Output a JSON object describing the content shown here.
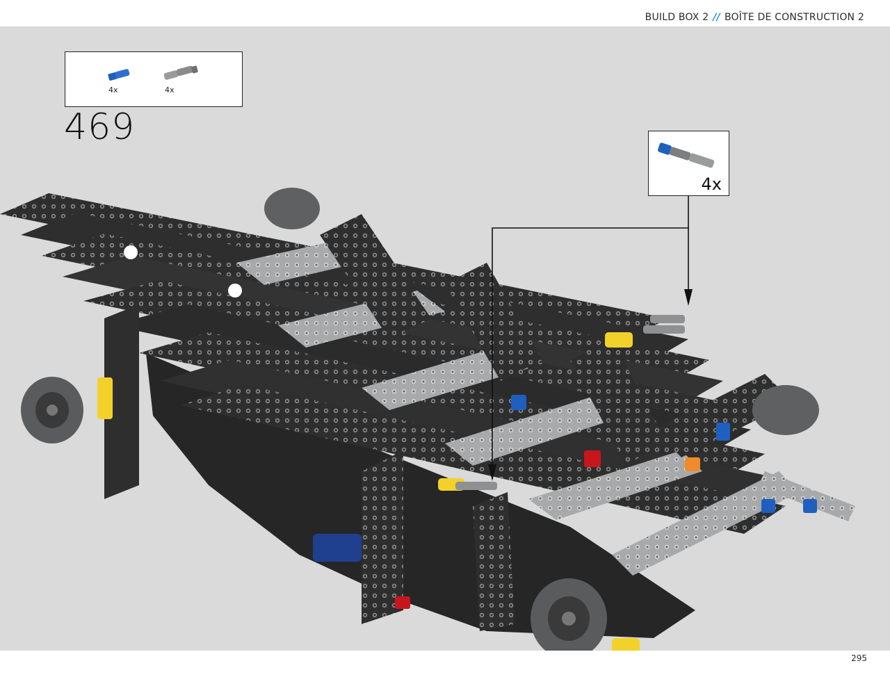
{
  "header": {
    "left": "BUILD BOX 2",
    "separator": "//",
    "right": "BOÎTE DE CONSTRUCTION 2"
  },
  "parts_list": {
    "items": [
      {
        "icon": "blue-axle-pin-icon",
        "quantity": "4x",
        "color": "#1f5fbf"
      },
      {
        "icon": "grey-axle-pin-icon",
        "quantity": "4x",
        "color": "#9a9a9a"
      }
    ]
  },
  "step": {
    "number": "469"
  },
  "callout": {
    "icon": "blue-grey-pin-assembly-icon",
    "quantity": "4x"
  },
  "page": {
    "number": "295"
  },
  "colors": {
    "background": "#d9dad9",
    "beam_dark": "#2e2e2e",
    "beam_light": "#a8a9aa",
    "accent_blue": "#1f8fd8",
    "part_blue": "#1f5fbf",
    "part_yellow": "#f2d22a",
    "part_red": "#c8161d"
  }
}
